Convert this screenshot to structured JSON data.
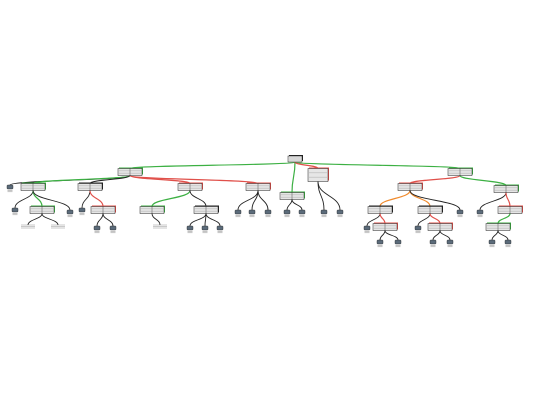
{
  "diagram": {
    "type": "argument-tree",
    "colors": {
      "support": "#3cb043",
      "oppose": "#e0504a",
      "neutral": "#222222",
      "orange": "#f08a2c",
      "node_fill": "#e6e6e6",
      "node_border": "#222222"
    },
    "nodes": [
      {
        "id": "root",
        "kind": "box"
      },
      {
        "id": "a",
        "parent": "root",
        "edge": "support",
        "kind": "box2"
      },
      {
        "id": "b",
        "parent": "root",
        "edge": "support",
        "kind": "box2"
      },
      {
        "id": "a1",
        "parent": "a",
        "edge": "neutral",
        "kind": "icon"
      },
      {
        "id": "a2",
        "parent": "a",
        "edge": "support",
        "kind": "box2"
      },
      {
        "id": "a3",
        "parent": "a",
        "edge": "neutral",
        "kind": "box2"
      },
      {
        "id": "a4",
        "parent": "a",
        "edge": "oppose",
        "kind": "box2"
      },
      {
        "id": "a5",
        "parent": "a",
        "edge": "oppose",
        "kind": "box2"
      },
      {
        "id": "a2a",
        "parent": "a2",
        "edge": "neutral",
        "kind": "icon"
      },
      {
        "id": "a2b",
        "parent": "a2",
        "edge": "support",
        "kind": "box2"
      },
      {
        "id": "a2c",
        "parent": "a2",
        "edge": "neutral",
        "kind": "icon"
      },
      {
        "id": "a2b1",
        "parent": "a2b",
        "edge": "neutral",
        "kind": "text"
      },
      {
        "id": "a2b2",
        "parent": "a2b",
        "edge": "neutral",
        "kind": "text"
      },
      {
        "id": "a3a",
        "parent": "a3",
        "edge": "neutral",
        "kind": "icon"
      },
      {
        "id": "a3b",
        "parent": "a3",
        "edge": "oppose",
        "kind": "box2"
      },
      {
        "id": "a3b1",
        "parent": "a3b",
        "edge": "neutral",
        "kind": "icon"
      },
      {
        "id": "a3b2",
        "parent": "a3b",
        "edge": "neutral",
        "kind": "icon"
      },
      {
        "id": "a4a",
        "parent": "a4",
        "edge": "support",
        "kind": "box2"
      },
      {
        "id": "a4b",
        "parent": "a4",
        "edge": "neutral",
        "kind": "box2"
      },
      {
        "id": "a4a1",
        "parent": "a4a",
        "edge": "neutral",
        "kind": "text"
      },
      {
        "id": "a4b1",
        "parent": "a4b",
        "edge": "neutral",
        "kind": "icon"
      },
      {
        "id": "a4b2",
        "parent": "a4b",
        "edge": "neutral",
        "kind": "icon"
      },
      {
        "id": "a4b3",
        "parent": "a4b",
        "edge": "neutral",
        "kind": "icon"
      },
      {
        "id": "a5a",
        "parent": "a5",
        "edge": "neutral",
        "kind": "icon"
      },
      {
        "id": "a5b",
        "parent": "a5",
        "edge": "neutral",
        "kind": "icon"
      },
      {
        "id": "a5c",
        "parent": "a5",
        "edge": "neutral",
        "kind": "icon"
      },
      {
        "id": "m1",
        "parent": "root",
        "edge": "support",
        "kind": "box2"
      },
      {
        "id": "m2",
        "parent": "root",
        "edge": "oppose",
        "kind": "box3"
      },
      {
        "id": "m1a",
        "parent": "m1",
        "edge": "neutral",
        "kind": "icon"
      },
      {
        "id": "m1b",
        "parent": "m1",
        "edge": "neutral",
        "kind": "icon"
      },
      {
        "id": "m2a",
        "parent": "m2",
        "edge": "neutral",
        "kind": "icon"
      },
      {
        "id": "m2b",
        "parent": "m2",
        "edge": "neutral",
        "kind": "icon"
      },
      {
        "id": "b1",
        "parent": "b",
        "edge": "oppose",
        "kind": "box2"
      },
      {
        "id": "b2",
        "parent": "b",
        "edge": "support",
        "kind": "box2"
      },
      {
        "id": "b1a",
        "parent": "b1",
        "edge": "orange",
        "kind": "box2"
      },
      {
        "id": "b1b",
        "parent": "b1",
        "edge": "orange",
        "kind": "box2"
      },
      {
        "id": "b1c",
        "parent": "b1",
        "edge": "neutral",
        "kind": "icon"
      },
      {
        "id": "b1a1",
        "parent": "b1a",
        "edge": "neutral",
        "kind": "icon"
      },
      {
        "id": "b1a2",
        "parent": "b1a",
        "edge": "oppose",
        "kind": "box2"
      },
      {
        "id": "b1a2a",
        "parent": "b1a2",
        "edge": "neutral",
        "kind": "icon"
      },
      {
        "id": "b1a2b",
        "parent": "b1a2",
        "edge": "neutral",
        "kind": "icon"
      },
      {
        "id": "b1b1",
        "parent": "b1b",
        "edge": "neutral",
        "kind": "icon"
      },
      {
        "id": "b1b2",
        "parent": "b1b",
        "edge": "oppose",
        "kind": "box2"
      },
      {
        "id": "b1b2a",
        "parent": "b1b2",
        "edge": "neutral",
        "kind": "icon"
      },
      {
        "id": "b1b2b",
        "parent": "b1b2",
        "edge": "neutral",
        "kind": "icon"
      },
      {
        "id": "b2a",
        "parent": "b2",
        "edge": "neutral",
        "kind": "icon"
      },
      {
        "id": "b2b",
        "parent": "b2",
        "edge": "oppose",
        "kind": "box2"
      },
      {
        "id": "b2b1",
        "parent": "b2b",
        "edge": "support",
        "kind": "box2"
      },
      {
        "id": "b2b1a",
        "parent": "b2b1",
        "edge": "neutral",
        "kind": "icon"
      },
      {
        "id": "b2b1b",
        "parent": "b2b1",
        "edge": "neutral",
        "kind": "icon"
      }
    ]
  }
}
